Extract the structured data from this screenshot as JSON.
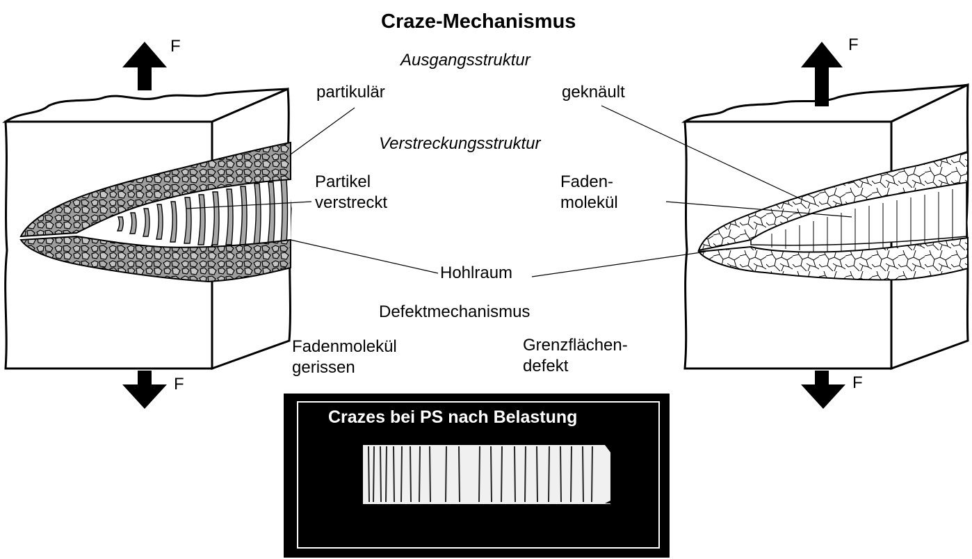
{
  "title": "Craze-Mechanismus",
  "sections": {
    "initial_structure": "Ausgangsstruktur",
    "stretched_structure": "Verstreckungsstruktur",
    "defect_mechanism": "Defektmechanismus"
  },
  "labels": {
    "particulate": "partikulär",
    "coiled": "geknäult",
    "particles_stretched_1": "Partikel",
    "particles_stretched_2": "verstreckt",
    "fiber_molecule_1": "Faden-",
    "fiber_molecule_2": "molekül",
    "cavity": "Hohlraum",
    "fiber_torn_1": "Fadenmolekül",
    "fiber_torn_2": "gerissen",
    "interface_defect_1": "Grenzflächen-",
    "interface_defect_2": "defekt"
  },
  "force_label": "F",
  "photo": {
    "caption": "Crazes bei PS nach Belastung"
  },
  "colors": {
    "ink": "#000000",
    "particle_fill": "#b8b8b8",
    "background": "#ffffff",
    "photo_bg": "#000000"
  }
}
